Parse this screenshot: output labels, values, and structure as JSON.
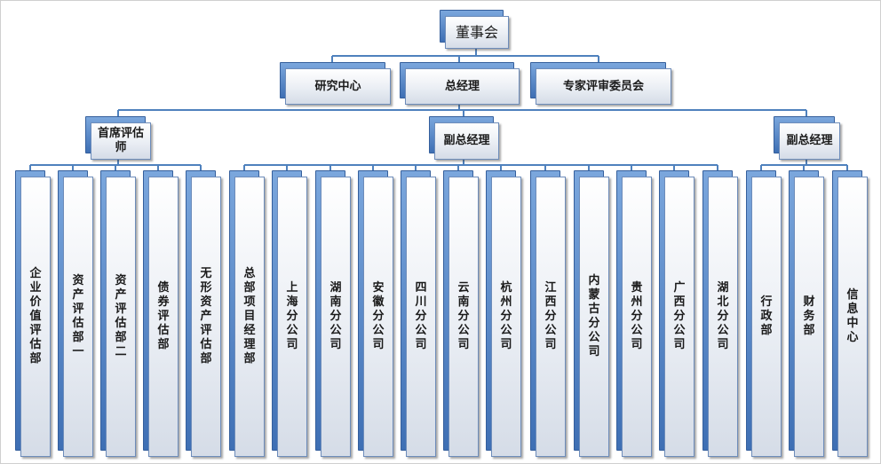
{
  "diagram": {
    "root": {
      "label": "董事会"
    },
    "level2": [
      {
        "label": "研究中心"
      },
      {
        "label": "总经理"
      },
      {
        "label": "专家评审委员会"
      }
    ],
    "level3": [
      {
        "label": "首席评估师"
      },
      {
        "label": "副总经理"
      },
      {
        "label": "副总经理"
      }
    ],
    "chief_appraiser_depts": [
      "企业价值评估部",
      "资产评估部一",
      "资产评估部二",
      "债券评估部",
      "无形资产评估部"
    ],
    "deputy_gm_a_depts": [
      "总部项目经理部",
      "上海分公司",
      "湖南分公司",
      "安徽分公司",
      "四川分公司",
      "云南分公司",
      "杭州分公司",
      "江西分公司",
      "内蒙古分公司",
      "贵州分公司",
      "广西分公司",
      "湖北分公司"
    ],
    "deputy_gm_b_depts": [
      "行政部",
      "财务部",
      "信息中心"
    ]
  },
  "colors": {
    "connector": "#4f81bd",
    "box_back": "#3e6fb4",
    "box_border": "#6d8cba",
    "label_text": "#1a1a1a"
  }
}
